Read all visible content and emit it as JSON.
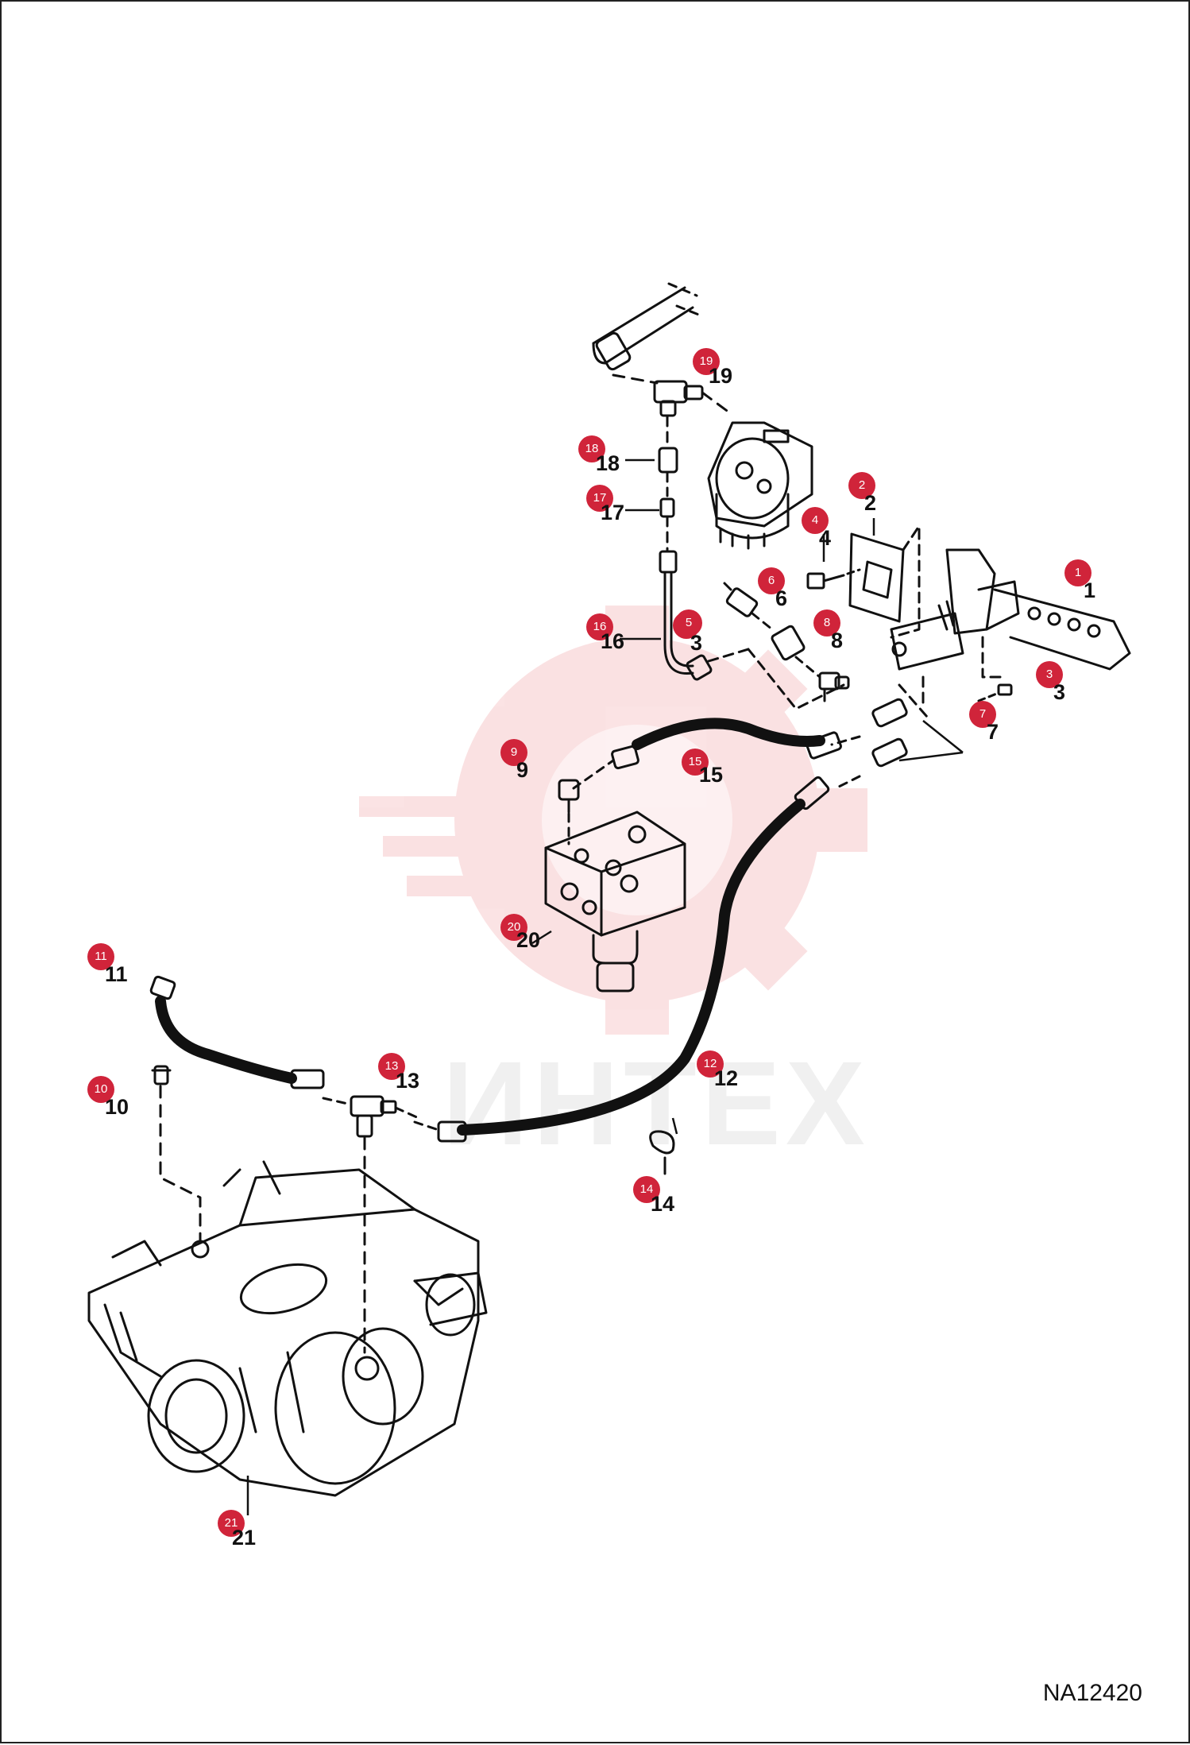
{
  "drawing_id": "NA12420",
  "watermark": "ИНТЕХ",
  "callouts": [
    {
      "id": "1",
      "label": "1"
    },
    {
      "id": "2",
      "label": "2"
    },
    {
      "id": "3a",
      "label": "3"
    },
    {
      "id": "3b",
      "label": "3"
    },
    {
      "id": "4",
      "label": "4"
    },
    {
      "id": "5",
      "label": "5"
    },
    {
      "id": "6",
      "label": "6"
    },
    {
      "id": "7",
      "label": "7"
    },
    {
      "id": "8",
      "label": "8"
    },
    {
      "id": "9",
      "label": "9"
    },
    {
      "id": "10",
      "label": "10"
    },
    {
      "id": "11",
      "label": "11"
    },
    {
      "id": "12",
      "label": "12"
    },
    {
      "id": "13",
      "label": "13"
    },
    {
      "id": "14",
      "label": "14"
    },
    {
      "id": "15",
      "label": "15"
    },
    {
      "id": "16",
      "label": "16"
    },
    {
      "id": "17",
      "label": "17"
    },
    {
      "id": "18",
      "label": "18"
    },
    {
      "id": "19",
      "label": "19"
    },
    {
      "id": "20",
      "label": "20"
    },
    {
      "id": "21",
      "label": "21"
    }
  ]
}
